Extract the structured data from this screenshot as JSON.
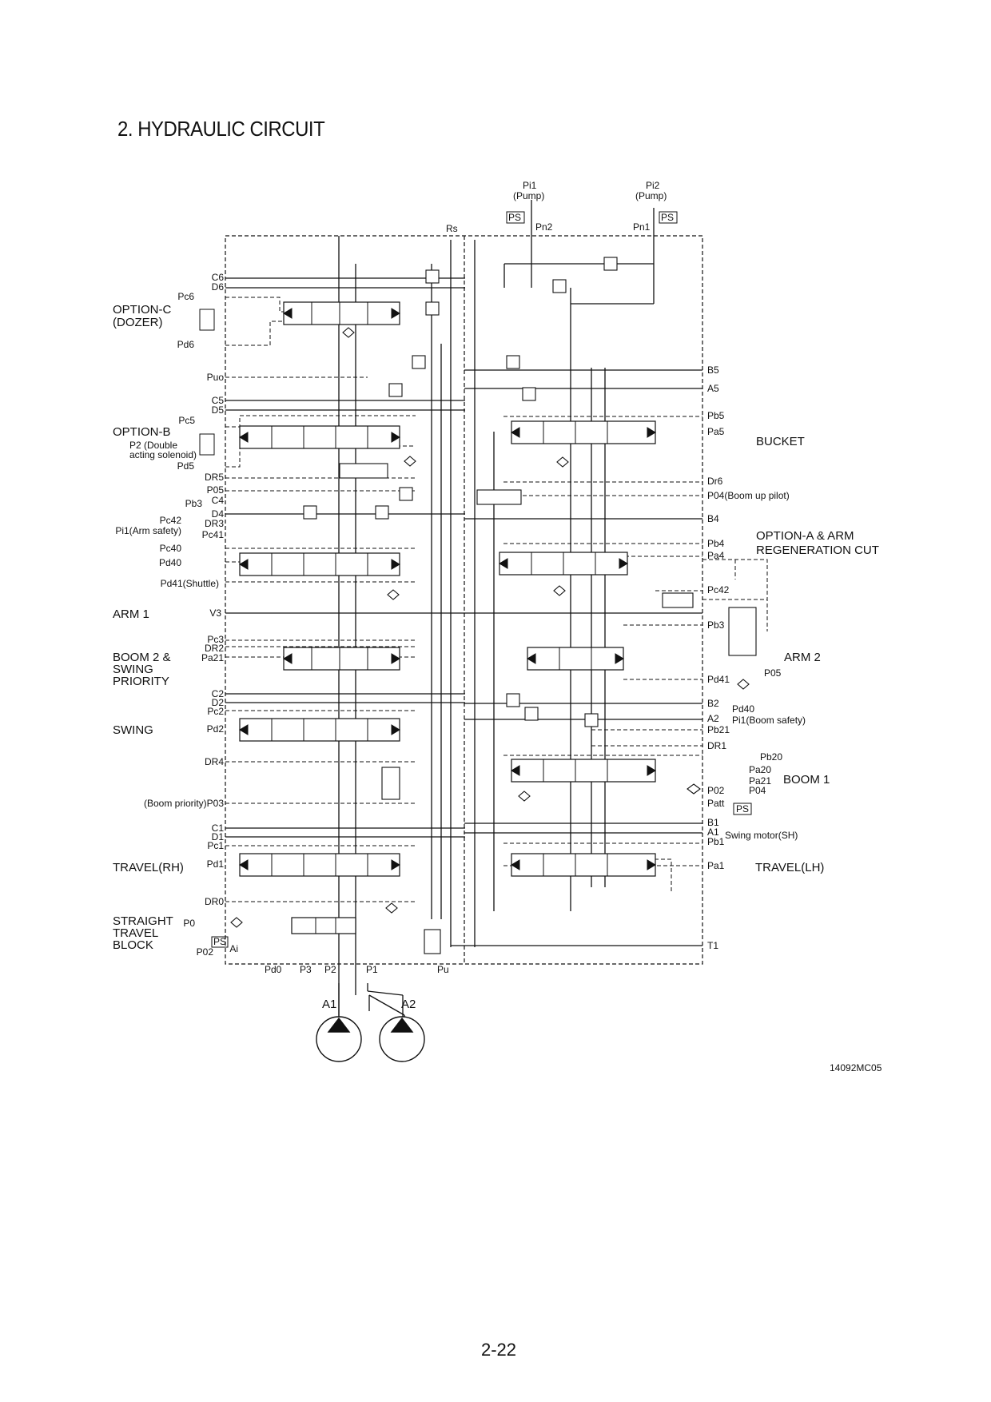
{
  "title": "2.  HYDRAULIC CIRCUIT",
  "page_number": "2-22",
  "figure_code": "14092MC05",
  "top_labels": {
    "pi1": "Pi1",
    "pi1_sub": "(Pump)",
    "pi2": "Pi2",
    "pi2_sub": "(Pump)",
    "ps_left": "PS",
    "ps_right": "PS",
    "pn2": "Pn2",
    "pn1": "Pn1",
    "rs": "Rs"
  },
  "sections_left": [
    {
      "line1": "OPTION-C",
      "line2": "(DOZER)",
      "line3": ""
    },
    {
      "line1": "OPTION-B",
      "line2": "",
      "line3": ""
    },
    {
      "line1": "ARM 1",
      "line2": "",
      "line3": ""
    },
    {
      "line1": "BOOM 2 &",
      "line2": "SWING",
      "line3": "PRIORITY"
    },
    {
      "line1": "SWING",
      "line2": "",
      "line3": ""
    },
    {
      "line1": "TRAVEL(RH)",
      "line2": "",
      "line3": ""
    },
    {
      "line1": "STRAIGHT",
      "line2": "TRAVEL",
      "line3": "BLOCK"
    }
  ],
  "sections_right": [
    {
      "line1": "BUCKET",
      "line2": ""
    },
    {
      "line1": "OPTION-A & ARM",
      "line2": "REGENERATION CUT"
    },
    {
      "line1": "ARM 2",
      "line2": ""
    },
    {
      "line1": "BOOM 1",
      "line2": ""
    },
    {
      "line1": "TRAVEL(LH)",
      "line2": ""
    }
  ],
  "ports_left": [
    "C6",
    "D6",
    "Pc6",
    "Pd6",
    "Puo",
    "C5",
    "D5",
    "Pc5",
    "P2 (Double",
    "acting solenoid)",
    "Pd5",
    "DR5",
    "P05",
    "Pb3",
    "C4",
    "D4",
    "Pc42",
    "DR3",
    "Pi1(Arm safety)",
    "Pc41",
    "Pc40",
    "Pd40",
    "Pd41(Shuttle)",
    "V3",
    "Pc3",
    "DR2",
    "Pa21",
    "C2",
    "D2",
    "Pc2",
    "Pd2",
    "DR4",
    "(Boom priority)P03",
    "C1",
    "D1",
    "Pc1",
    "Pd1",
    "DR0",
    "P0",
    "PS",
    "Ai",
    "P02"
  ],
  "ports_right": [
    "B5",
    "A5",
    "Pb5",
    "Pa5",
    "Dr6",
    "P04(Boom up pilot)",
    "B4",
    "Pb4",
    "Pa4",
    "Pc42",
    "Pb3",
    "P05",
    "Pd41",
    "B2",
    "Pd40",
    "A2",
    "Pi1(Boom safety)",
    "Pb21",
    "DR1",
    "Pb20",
    "Pa20",
    "Pa21",
    "P04",
    "P02",
    "Patt",
    "PS",
    "B1",
    "A1",
    "Swing motor(SH)",
    "Pb1",
    "Pa1",
    "T1"
  ],
  "ports_bottom": [
    "Pd0",
    "P3",
    "P2",
    "P1",
    "Pu"
  ],
  "pumps": [
    "A1",
    "A2"
  ]
}
